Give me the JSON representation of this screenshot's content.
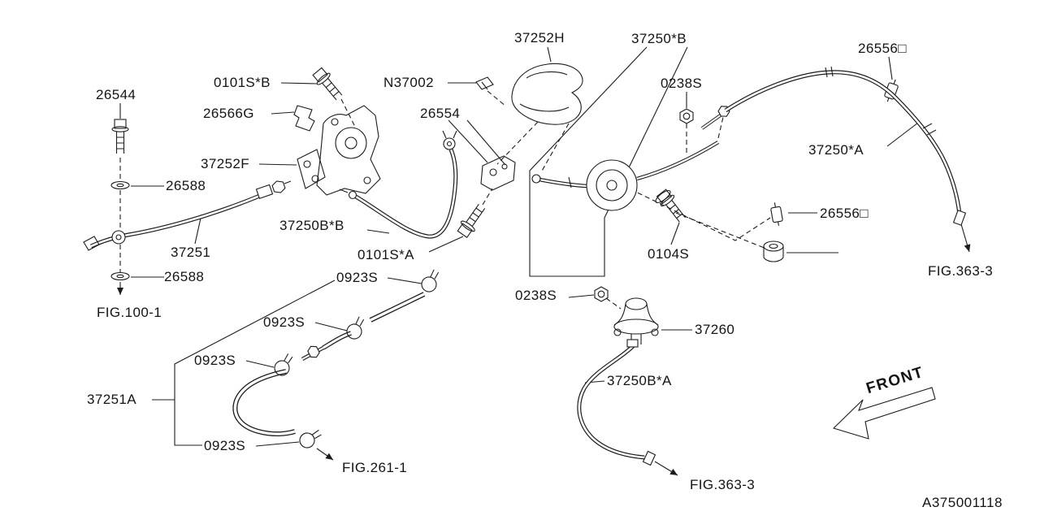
{
  "diagram": {
    "code": "A375001118",
    "front_indicator": "FRONT",
    "parts": [
      {
        "label": "26544"
      },
      {
        "label": "0101S*B"
      },
      {
        "label": "N37002"
      },
      {
        "label": "37252H"
      },
      {
        "label": "37250*B"
      },
      {
        "label": "26556□"
      },
      {
        "label": "26566G"
      },
      {
        "label": "26554"
      },
      {
        "label": "0238S"
      },
      {
        "label": "37252F"
      },
      {
        "label": "26588"
      },
      {
        "label": "37250*A"
      },
      {
        "label": "37250B*B"
      },
      {
        "label": "37251"
      },
      {
        "label": "0101S*A"
      },
      {
        "label": "0104S"
      },
      {
        "label": "26556□"
      },
      {
        "label": "26588"
      },
      {
        "label": "0923S"
      },
      {
        "label": "0238S"
      },
      {
        "label": "0923S"
      },
      {
        "label": "37260"
      },
      {
        "label": "0923S"
      },
      {
        "label": "37251A"
      },
      {
        "label": "37250B*A"
      },
      {
        "label": "0923S"
      }
    ],
    "figures": [
      {
        "label": "FIG.100-1"
      },
      {
        "label": "FIG.261-1"
      },
      {
        "label": "FIG.363-3"
      },
      {
        "label": "FIG.363-3"
      }
    ]
  }
}
